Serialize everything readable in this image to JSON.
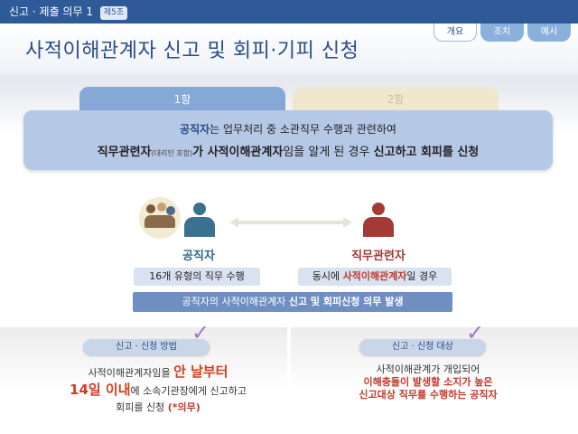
{
  "topbar": {
    "title": "신고 · 제출 의무 1",
    "badge": "제5조"
  },
  "header": {
    "title": "사적이해관계자 신고 및 회피·기피 신청"
  },
  "tabs": [
    {
      "label": "개요"
    },
    {
      "label": "조치"
    },
    {
      "label": "예시"
    }
  ],
  "subtabs": [
    {
      "label": "1항"
    },
    {
      "label": "2항"
    }
  ],
  "infobox": {
    "l1_a": "공직자",
    "l1_b": "는 업무처리 중 소관직무 수행과 관련하여",
    "l2_a": "직무관련자",
    "l2_small": "(대리인 포함)",
    "l2_b": "가 사적이해관계자",
    "l2_c": "임을 알게 된 경우 ",
    "l2_d": "신고하고 회피를 신청"
  },
  "people": {
    "a_label": "공직자",
    "b_label": "직무관련자"
  },
  "pills": {
    "a_1": "16개 유형의 직무 수행",
    "b_1": "동시에 ",
    "b_2": "사적이해관계자",
    "b_3": "일 경우"
  },
  "resultbar": {
    "a": "공직자의 사적이해관계자 ",
    "b": "신고 및 회피신청 의무 발생"
  },
  "panel_left": {
    "tag": "신고 · 신청 방법",
    "t1": "사적이해관계자임을 ",
    "t1_big": "안 날부터",
    "t2_big": "14일 이내",
    "t2": "에 소속기관장에게 신고하고",
    "t3": "회피를 신청 ",
    "t3_red": "(*의무)"
  },
  "panel_right": {
    "tag": "신고 · 신청 대상",
    "t1": "사적이해관계가 개입되어",
    "t2": "이해충돌이 발생할 소지가 높은",
    "t3": "신고대상 직무를 수행하는 공직자"
  },
  "colors": {
    "primary": "#2e5a98",
    "accent_red": "#c0392b",
    "tab_blue": "#86a8d6"
  }
}
